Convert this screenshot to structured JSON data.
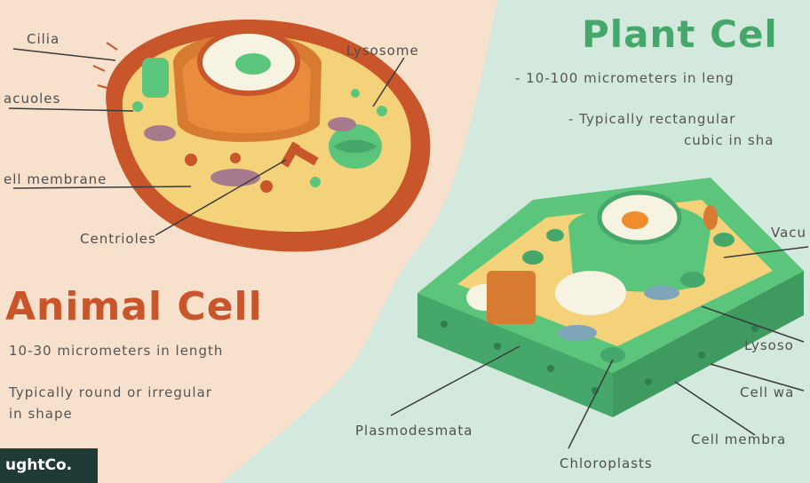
{
  "colors": {
    "left_background": "#f7e0cc",
    "right_background": "#d4e9dd",
    "animal_title": "#c9552a",
    "plant_title": "#45a86a",
    "animal_cell_outer": "#c9552a",
    "animal_cytoplasm": "#f3d279",
    "plant_wall": "#5cc57c",
    "plant_cytoplasm": "#f3d279",
    "logo_background": "#1f3b36"
  },
  "animal": {
    "title": "Animal Cell",
    "facts": [
      "10-30 micrometers in length",
      "Typically round or irregular",
      "in shape"
    ],
    "labels": {
      "cilia": "Cilia",
      "vacuoles": "acuoles",
      "cell_membrane": "ell membrane",
      "centrioles": "Centrioles",
      "lysosome": "Lysosome"
    }
  },
  "plant": {
    "title": "Plant Cel",
    "facts": [
      "- 10-100 micrometers in leng",
      "- Typically rectangular",
      "cubic in sha"
    ],
    "labels": {
      "vacuole": "Vacu",
      "lysosome": "Lysoso",
      "cell_wall": "Cell wa",
      "cell_membrane": "Cell membra",
      "plasmodesmata": "Plasmodesmata",
      "chloroplasts": "Chloroplasts"
    }
  },
  "logo": {
    "text": "ughtCo."
  }
}
